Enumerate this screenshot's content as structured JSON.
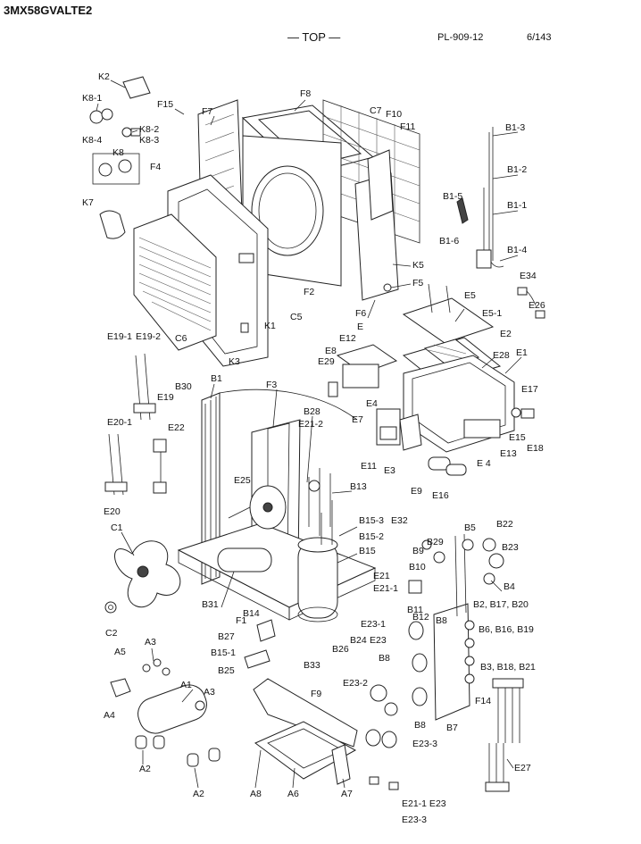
{
  "header": {
    "model": "3MX58GVALTE2",
    "view": "— TOP —",
    "plate_no": "PL-909-12",
    "page": "6/143"
  },
  "labels": {
    "K2": "K2",
    "K8_1": "K8-1",
    "K8_2": "K8-2",
    "K8_4": "K8-4",
    "K8": "K8",
    "K8_3": "K8-3",
    "K7": "K7",
    "F15": "F15",
    "F7": "F7",
    "F8": "F8",
    "C7": "C7",
    "F10": "F10",
    "F11": "F11",
    "F4": "F4",
    "B1_3": "B1-3",
    "B1_2": "B1-2",
    "B1_1": "B1-1",
    "B1_5": "B1-5",
    "B1_6": "B1-6",
    "B1_4": "B1-4",
    "K5": "K5",
    "F5": "F5",
    "F2": "F2",
    "F6": "F6",
    "C5": "C5",
    "K1": "K1",
    "C6": "C6",
    "K3": "K3",
    "E34": "E34",
    "E26": "E26",
    "E5": "E5",
    "E5_1": "E5-1",
    "E": "E",
    "E12": "E12",
    "E8": "E8",
    "E29": "E29",
    "E2": "E2",
    "E28": "E28",
    "E1": "E1",
    "E17": "E17",
    "E7": "E7",
    "E4a": "E4",
    "E19_1": "E19-1",
    "E19_2": "E19-2",
    "E19": "E19",
    "B30": "B30",
    "B1": "B1",
    "F3": "F3",
    "E20_1": "E20-1",
    "E22": "E22",
    "E20": "E20",
    "B28": "B28",
    "E21_2": "E21-2",
    "E25": "E25",
    "B13": "B13",
    "E11": "E11",
    "E3": "E3",
    "E9": "E9",
    "E16": "E16",
    "E4b": "E 4",
    "E13": "E13",
    "E15": "E15",
    "E18": "E18",
    "E32": "E32",
    "C1": "C1",
    "B15_3": "B15-3",
    "B15_2": "B15-2",
    "B15": "B15",
    "B5": "B5",
    "B22": "B22",
    "B23": "B23",
    "B9": "B9",
    "B29": "B29",
    "B10": "B10",
    "B4": "B4",
    "E21": "E21",
    "E21_1": "E21-1",
    "B31": "B31",
    "B14": "B14",
    "F1": "F1",
    "C2": "C2",
    "B11": "B11",
    "B2": "B2, B17, B20",
    "B8a": "B8",
    "B12": "B12",
    "E23_1": "E23-1",
    "E23": "E23",
    "B6": "B6, B16, B19",
    "B27": "B27",
    "B15_1": "B15-1",
    "B33": "B33",
    "B26": "B26",
    "B24": "B24",
    "B8b": "B8",
    "B25": "B25",
    "A5": "A5",
    "A3a": "A3",
    "A4": "A4",
    "A1": "A1",
    "A3b": "A3",
    "B3": "B3, B18, B21",
    "E23_2": "E23-2",
    "F9": "F9",
    "F14": "F14",
    "B8c": "B8",
    "E23_3": "E23-3",
    "B7": "B7",
    "A2a": "A2",
    "A2b": "A2",
    "A8": "A8",
    "A6": "A6",
    "A7": "A7",
    "E27": "E27",
    "E21_1b": "E21-1 E23",
    "E23_3b": "E23-3"
  }
}
